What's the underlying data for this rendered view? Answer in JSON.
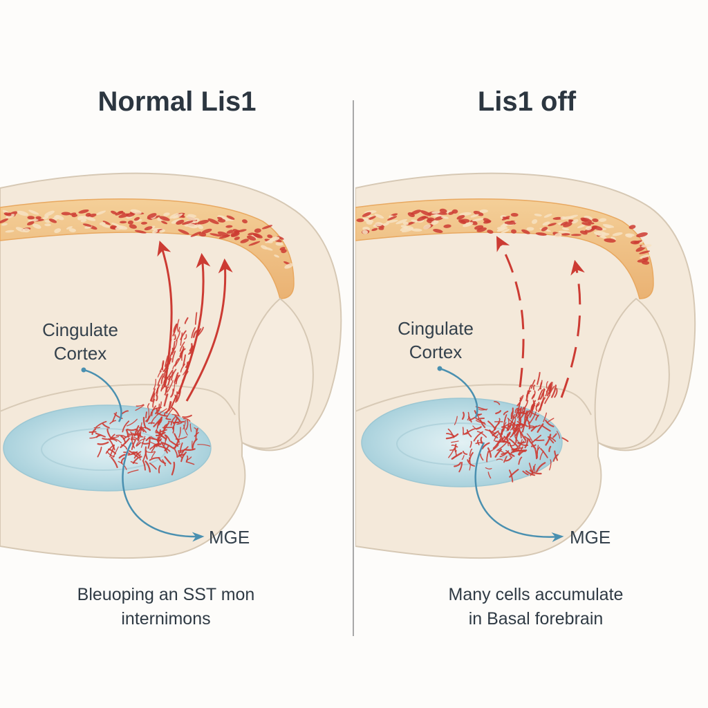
{
  "panels": [
    {
      "title": "Normal Lis1",
      "cortex_label_line1": "Cingulate",
      "cortex_label_line2": "Cortex",
      "mge_label": "MGE",
      "caption_line1": "Bleuoping an SST mon",
      "caption_line2": "internimons"
    },
    {
      "title": "Lis1 off",
      "cortex_label_line1": "Cingulate",
      "cortex_label_line2": "Cortex",
      "mge_label": "MGE",
      "caption_line1": "Many cells accumulate",
      "caption_line2": "in Basal forebrain"
    }
  ],
  "colors": {
    "background": "#fdfcfa",
    "tissue": "#f5ebdd",
    "cortex_band": "#f2c58b",
    "cells": "#cc3b33",
    "mge": "#b9dbe3",
    "pointer": "#4a90b0",
    "divider": "#8c8c8c"
  }
}
